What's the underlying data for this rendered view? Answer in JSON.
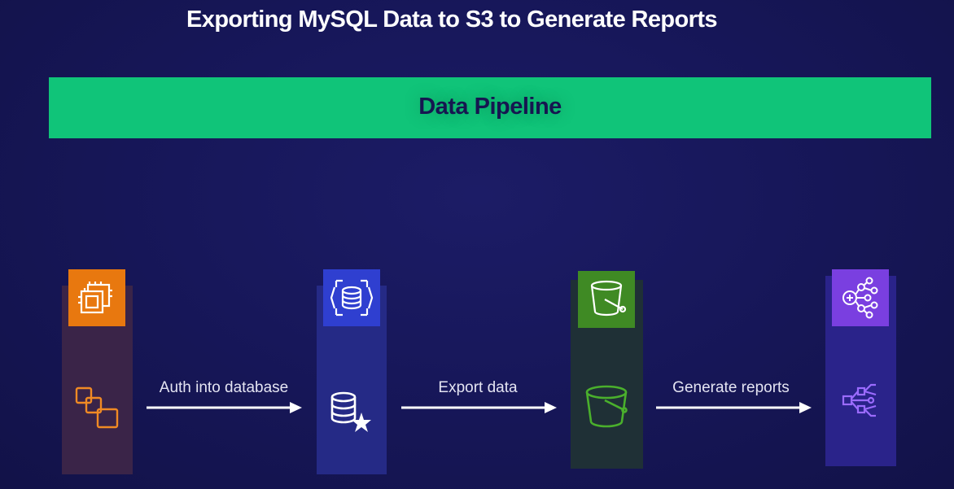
{
  "title": "Exporting MySQL Data to S3 to Generate Reports",
  "banner": {
    "label": "Data Pipeline"
  },
  "columns": [
    {
      "name": "EC2",
      "icon": "ec2-icon",
      "color": "#e8780f"
    },
    {
      "name": "RDS",
      "icon": "rds-icon",
      "color": "#2f3fd0"
    },
    {
      "name": "S3",
      "icon": "s3-icon",
      "color": "#3f8a24"
    },
    {
      "name": "Data pipeline",
      "icon": "data-pipeline-icon",
      "color": "#7a3fe0"
    }
  ],
  "arrows": [
    {
      "label": "Auth into database"
    },
    {
      "label": "Export data"
    },
    {
      "label": "Generate reports"
    }
  ]
}
